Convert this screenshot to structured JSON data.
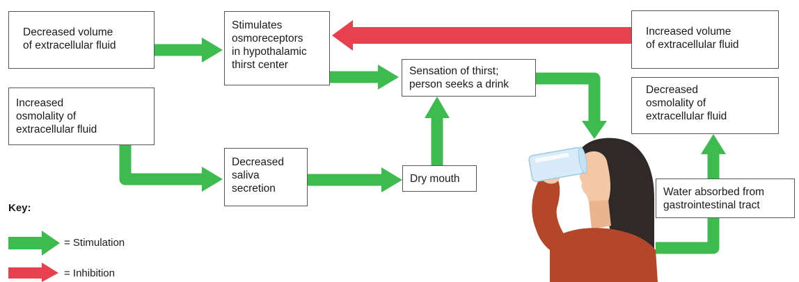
{
  "boxes": {
    "decreased_volume": "Decreased volume\nof extracellular fluid",
    "increased_osmolality": "Increased\nosmolality of\nextracellular fluid",
    "stimulates_osmoreceptors": "Stimulates\nosmoreceptors\nin hypothalamic\nthirst center",
    "decreased_saliva": "Decreased\nsaliva\nsecretion",
    "dry_mouth": "Dry mouth",
    "sensation_of_thirst": "Sensation of thirst;\nperson seeks a drink",
    "increased_volume": "Increased volume\nof extracellular fluid",
    "decreased_osmolality": "Decreased\nosmolality of\nextracellular fluid",
    "water_absorbed": "Water absorbed from\ngastrointestinal tract"
  },
  "key": {
    "title": "Key:",
    "stimulation": "= Stimulation",
    "inhibition": "= Inhibition"
  },
  "colors": {
    "stimulation": "#3dbb4e",
    "inhibition": "#e8404e",
    "box_border": "#555555"
  }
}
